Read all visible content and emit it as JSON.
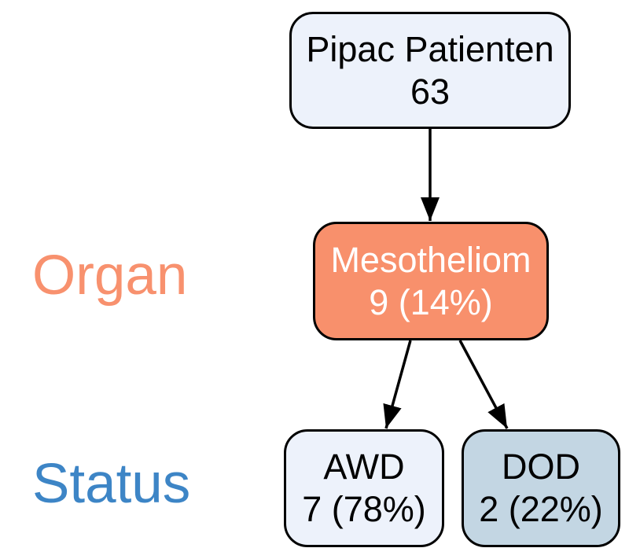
{
  "figure": {
    "background": "#FFFFFF",
    "border_color": "#000000",
    "edge_color": "#000000",
    "row_labels": {
      "organ": {
        "text": "Organ",
        "color": "#F8916E"
      },
      "status": {
        "text": "Status",
        "color": "#3D85C6"
      }
    },
    "nodes": {
      "root": {
        "line1": "Pipac Patienten",
        "line2": "63",
        "fill": "#EDF2FB",
        "text_color": "#000000"
      },
      "mesotheliom": {
        "line1": "Mesotheliom",
        "line2": "9 (14%)",
        "fill": "#F8906C",
        "text_color": "#FFFFFF"
      },
      "awd": {
        "line1": "AWD",
        "line2": "7 (78%)",
        "fill": "#EDF2FB",
        "text_color": "#000000"
      },
      "dod": {
        "line1": "DOD",
        "line2": "2 (22%)",
        "fill": "#C3D6E3",
        "text_color": "#000000"
      }
    }
  }
}
